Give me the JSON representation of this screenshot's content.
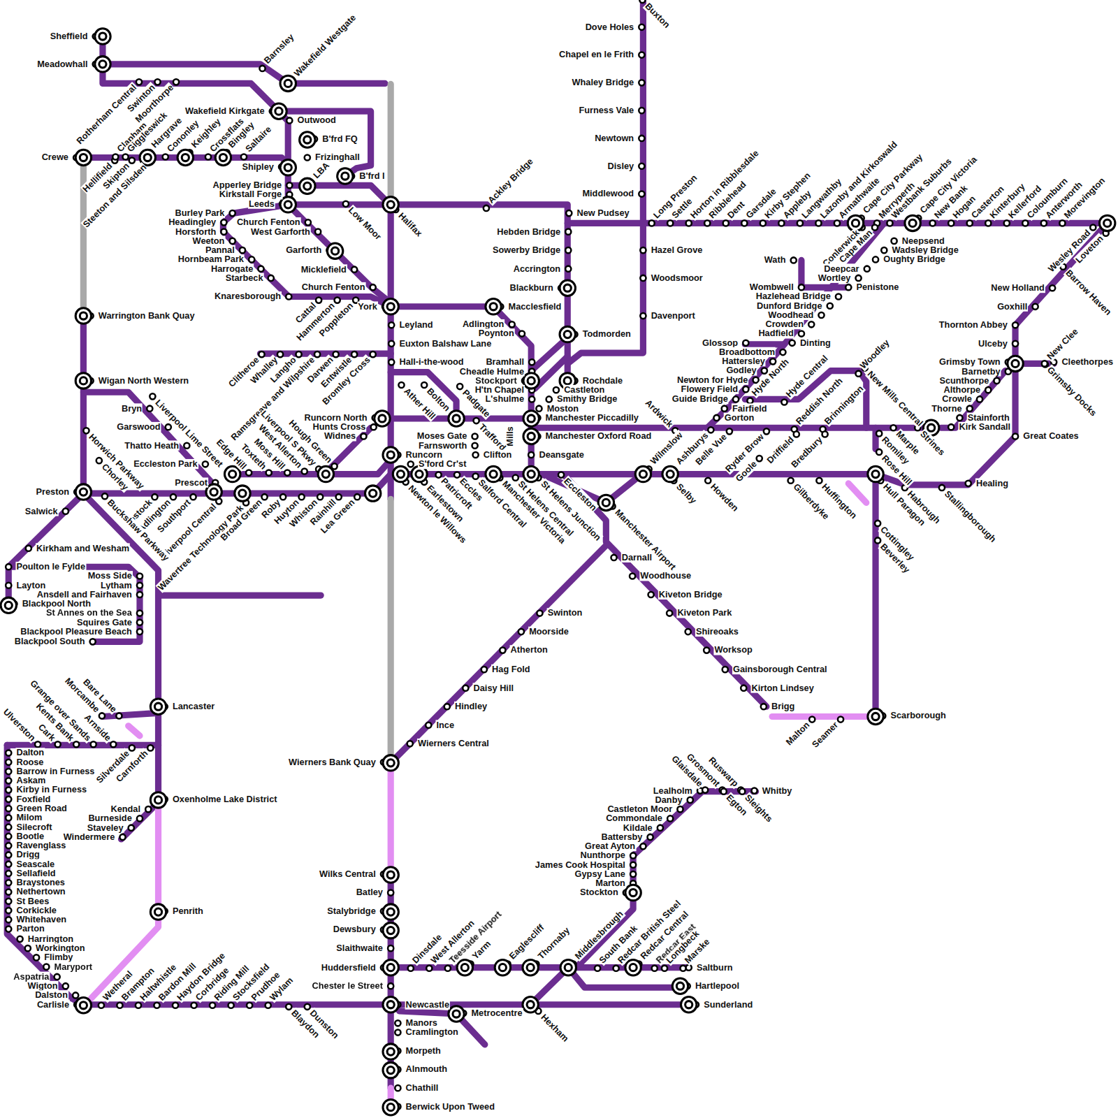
{
  "diagram": {
    "labels": [
      "Sheffield",
      "Meadowhall",
      "Barnsley",
      "Wakefield Westgate",
      "Rotherham Central",
      "Swinton",
      "Moorthorpe",
      "Wakefield Kirkgate",
      "Outwood",
      "B'frd FQ",
      "Frizinghall",
      "B'frd I",
      "Crewe",
      "Hellifield",
      "Clapham",
      "Skipton",
      "Giggleswick",
      "Steeton and Silsden",
      "Hargrave",
      "Cononley",
      "Keighley",
      "Crossflats",
      "Bingley",
      "Saltaire",
      "Shipley",
      "LBA",
      "Apperley Bridge",
      "Kirkstall Forge",
      "Leeds",
      "Low Moor",
      "Halifax",
      "Ackley Bridge",
      "New Pudsey",
      "Burley Park",
      "Headingley",
      "Horsforth",
      "Weeton",
      "Pannal",
      "Hornbeam Park",
      "Harrogate",
      "Starbeck",
      "Knaresborough",
      "Church Fenton",
      "West Garforth",
      "Garforth",
      "Micklefield",
      "Church Fenton",
      "York",
      "Cattal",
      "Hammerton",
      "Poppleton",
      "Leyland",
      "Euxton Balshaw Lane",
      "Hall-i-the-wood",
      "Macclesfield",
      "Adlington",
      "Poynton",
      "Bramhall",
      "Cheadle Hulme",
      "Stockport",
      "H'tn Chapel",
      "L'shulme",
      "Clitheroe",
      "Whalley",
      "Langho",
      "Ramsgreave and Wilpshire",
      "Darwen",
      "Entwistle",
      "Bromley Cross",
      "Blackburn",
      "Hebden Bridge",
      "Sowerby Bridge",
      "Accrington",
      "Todmorden",
      "Rochdale",
      "Castleton",
      "Smithy Bridge",
      "Moston",
      "Manchester Piccadilly",
      "Manchester Oxford Road",
      "Deansgate",
      "Mills",
      "Bolton",
      "Ather Hill",
      "Padgate",
      "Trafford",
      "Runcorn North",
      "Hunts Cross",
      "Widnes",
      "Moses Gate",
      "Farnsworth",
      "Runcorn",
      "Clifton",
      "S'ford Cr'st",
      "Patricroft",
      "Eccles",
      "Salford Central",
      "Manchester Victoria",
      "St Helens Central",
      "St Helens Junction",
      "Newton le Willows",
      "Earlestown",
      "Eccleston",
      "Manchester Airport",
      "Darnall",
      "Woodhouse",
      "Kiveton Bridge",
      "Kiveton Park",
      "Shireoaks",
      "Worksop",
      "Gainsborough Central",
      "Kirton Lindsey",
      "Brigg",
      "Swinton",
      "Moorside",
      "Atherton",
      "Hag Fold",
      "Daisy Hill",
      "Hindley",
      "Ince",
      "Wierners Central",
      "Wierners Bank Quay",
      "Warrington Bank Quay",
      "Wigan North Western",
      "Bryn",
      "Liverpool Lime Street",
      "Garswood",
      "Thatto Heath",
      "Eccleston Park",
      "Prescot",
      "Horwich Parkway",
      "Chorley",
      "Lostock",
      "Adlington",
      "Southport",
      "Liverpool Central",
      "Wavertree Technology Park",
      "Broad Green",
      "Roby",
      "Huyton",
      "Whiston",
      "Rainhill",
      "Lea Green",
      "Buckshaw Parkway",
      "Preston",
      "Salwick",
      "Edge Hill",
      "Toxteth",
      "Moss Hill",
      "West Allerton",
      "Liverpool S Pkwy",
      "Hough Green",
      "Kirkham and Wesham",
      "Poulton le Fylde",
      "Layton",
      "Blackpool North",
      "Moss Side",
      "Lytham",
      "Ansdell and Fairhaven",
      "St Annes on the Sea",
      "Squires Gate",
      "Blackpool Pleasure Beach",
      "Blackpool South",
      "Lancaster",
      "Oxenholme Lake District",
      "Penrith",
      "Kendal",
      "Burneside",
      "Staveley",
      "Windermere",
      "Bare Lane",
      "Morcambe",
      "Grange over Sands",
      "Kents Bank",
      "Cark",
      "Ulverston",
      "Arnside",
      "Silverdale",
      "Carnforth",
      "Dalton",
      "Roose",
      "Barrow in Furness",
      "Askam",
      "Kirby in Furness",
      "Foxfield",
      "Green Road",
      "Milom",
      "Silecroft",
      "Bootle",
      "Ravenglass",
      "Drigg",
      "Seascale",
      "Sellafield",
      "Braystones",
      "Nethertown",
      "St Bees",
      "Corkickle",
      "Whitehaven",
      "Parton",
      "Harrington",
      "Workington",
      "Flimby",
      "Maryport",
      "Aspatria",
      "Wigton",
      "Dalston",
      "Carlisle",
      "Wetheral",
      "Brampton",
      "Haltwhistle",
      "Bardon Mill",
      "Haydon Bridge",
      "Corbridge",
      "Riding Mill",
      "Stocksfield",
      "Prudhoe",
      "Wylam",
      "Blaydon",
      "Dunston",
      "Newcastle",
      "Manors",
      "Cramlington",
      "Morpeth",
      "Alnmouth",
      "Chathill",
      "Berwick Upon Tweed",
      "Wilks Central",
      "Batley",
      "Stalybridge",
      "Dewsbury",
      "Slaithwaite",
      "Huddersfield",
      "Chester le Street",
      "Dinsdale",
      "West Allerton",
      "Teesside Airport",
      "Yarm",
      "Eaglescliff",
      "Thornaby",
      "Middlesbrough",
      "South Bank",
      "Redcar British Steel",
      "Redcar Central",
      "Redcar East",
      "Longbeck",
      "Marske",
      "Saltburn",
      "Hartlepool",
      "Sunderland",
      "Metrocentre",
      "Hexham",
      "Stockton",
      "Marton",
      "Gypsy Lane",
      "James Cook Hospital",
      "Nunthorpe",
      "Great Ayton",
      "Battersby",
      "Kildale",
      "Commondale",
      "Castleton Moor",
      "Danby",
      "Lealholm",
      "Glaisdale",
      "Grosmont",
      "Egton",
      "Ruswarp",
      "Sleights",
      "Whitby",
      "Scarborough",
      "Malton",
      "Seamer",
      "Buxton",
      "Dove Holes",
      "Chapel en le Frith",
      "Whaley Bridge",
      "Furness Vale",
      "Newtown",
      "Disley",
      "Middlewood",
      "Hazel Grove",
      "Woodsmoor",
      "Davenport",
      "Long Preston",
      "Settle",
      "Horton in Ribblesdale",
      "Ribblehead",
      "Dent",
      "Garsdale",
      "Kirby Stephen",
      "Appleby",
      "Langwathby",
      "Lazonby and Kirkoswald",
      "Armathwaite",
      "Cape City Parkway",
      "Merryperth",
      "Westbank Suburbs",
      "Cape City Victoria",
      "New Bank",
      "Hogan",
      "Casterton",
      "Kinterbury",
      "Kellerford",
      "Coloumburn",
      "Anterworth",
      "Morevington",
      "Conlerwick",
      "Cape Man",
      "Neepsend",
      "Wadsley Bridge",
      "Oughty Bridge",
      "Wath",
      "Deepcar",
      "Wortley",
      "Penistone",
      "Wombwell",
      "Hazlehead Bridge",
      "Dunford Bridge",
      "Woodhead",
      "Crowden",
      "Hadfield",
      "Dinting",
      "Glossop",
      "Broadbottom",
      "Hattersley",
      "Godley",
      "Newton for Hyde",
      "Flowery Field",
      "Guide Bridge",
      "Fairfield",
      "Gorton",
      "Hyde North",
      "Hyde Central",
      "Woodley",
      "New Mills Central",
      "Reddish North",
      "Brinnington",
      "Marple",
      "Strines",
      "Romiley",
      "Rose Hill",
      "Hull Paragon",
      "Habrough",
      "Stallingborough",
      "Healing",
      "Ardwick",
      "Ashburys",
      "Wilmslow",
      "Belle Vue",
      "Ryder Brow",
      "Driffield",
      "Bredbury",
      "Goole",
      "Selby",
      "Howden",
      "Gilberdyke",
      "Huffington",
      "Cottingley",
      "Beverley",
      "Thornton Abbey",
      "Ulceby",
      "Grimsby Town",
      "Barnetby",
      "Scunthorpe",
      "Althorpe",
      "Crowle",
      "Thorne",
      "Stainforth",
      "Kirk Sandall",
      "Great Coates",
      "New Holland",
      "Goxhill",
      "Wesley Road",
      "Loveton",
      "Barrow Haven",
      "New Clee",
      "Cleethorpes",
      "Grimsby Docks"
    ]
  }
}
